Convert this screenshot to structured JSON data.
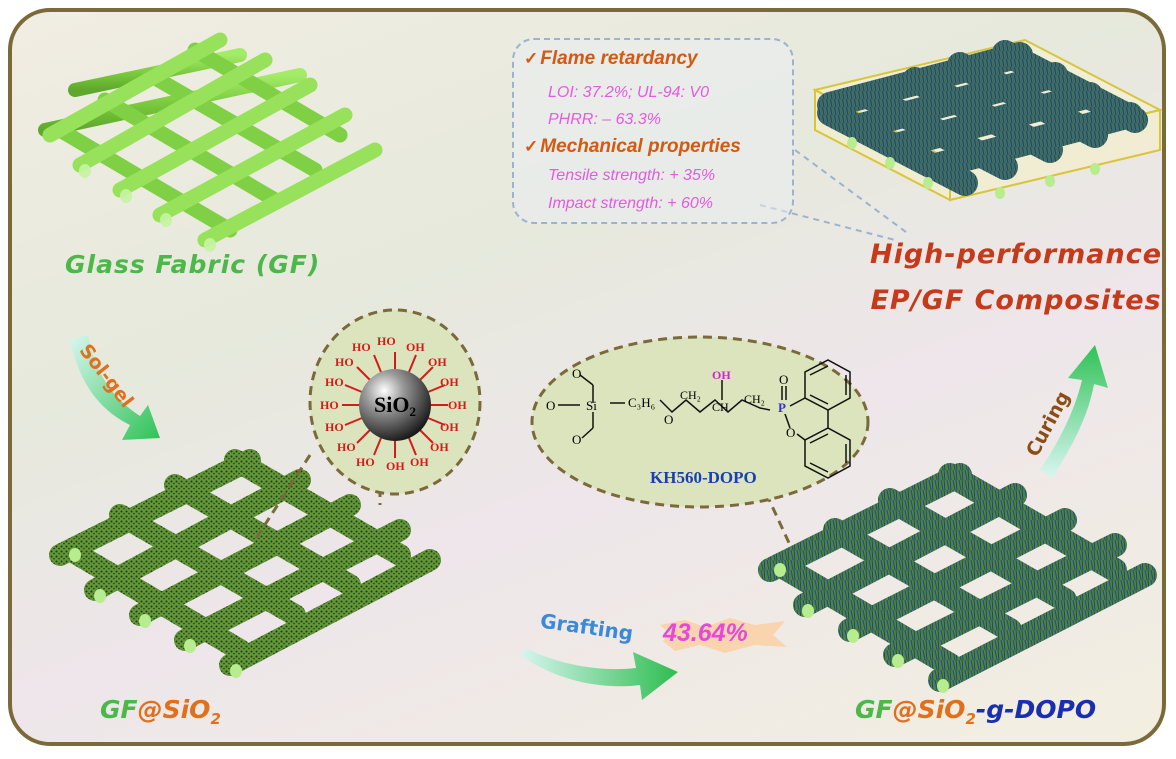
{
  "labels": {
    "glass_fabric": "Glass Fabric (GF)",
    "gf_sio2_prefix": "GF",
    "gf_sio2_at": "@",
    "gf_sio2_sio": "SiO",
    "gf_sio2_sub": "2",
    "final_prefix": "GF",
    "final_at": "@",
    "final_sio": "SiO",
    "final_sub": "2",
    "final_suffix": "-g-DOPO",
    "composite_line1": "High-performance",
    "composite_line2": "EP/GF Composites"
  },
  "steps": {
    "sol_gel": "Sol-gel",
    "grafting": "Grafting",
    "grafting_ratio": "43.64%",
    "curing": "Curing"
  },
  "nanoparticle": {
    "core": "SiO",
    "core_sub": "2",
    "group": "HO",
    "group_right": "OH"
  },
  "molecule": {
    "name": "KH560-DOPO",
    "oh": "OH",
    "p": "P",
    "o_double": "O",
    "o_ring": "O",
    "si": "Si",
    "o": "O",
    "c3h6": "C₃H₆",
    "ch2": "CH₂",
    "ch": "CH"
  },
  "properties": {
    "flame_title": "Flame retardancy",
    "flame_items": [
      "LOI: 37.2%; UL-94: V0",
      "PHRR: – 63.3%"
    ],
    "mech_title": "Mechanical  properties",
    "mech_items": [
      "Tensile strength: + 35%",
      "Impact strength: + 60%"
    ],
    "check_mark": "✓"
  },
  "colors": {
    "fiber_green": "#84d84c",
    "coated_green": "#5a8f2e",
    "brush_blue": "#2b3fb8",
    "title_green": "#4cb84a",
    "title_orange": "#e0701c",
    "title_blue": "#1a2fb0",
    "composite_red": "#c53a1a",
    "property_orange": "#d35a10",
    "property_pink": "#e45ae0"
  }
}
